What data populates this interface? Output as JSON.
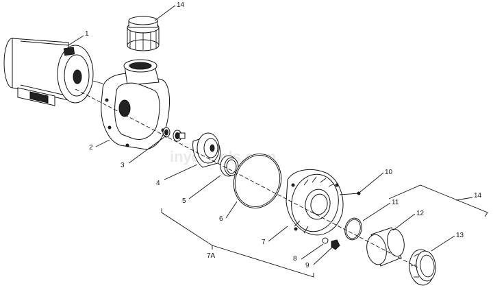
{
  "watermark": "inyopools.com",
  "callouts": [
    {
      "id": "1",
      "label": "1"
    },
    {
      "id": "2",
      "label": "2"
    },
    {
      "id": "3",
      "label": "3"
    },
    {
      "id": "4",
      "label": "4"
    },
    {
      "id": "5",
      "label": "5"
    },
    {
      "id": "6",
      "label": "6"
    },
    {
      "id": "7",
      "label": "7"
    },
    {
      "id": "7A",
      "label": "7A"
    },
    {
      "id": "8",
      "label": "8"
    },
    {
      "id": "9",
      "label": "9"
    },
    {
      "id": "10",
      "label": "10"
    },
    {
      "id": "11",
      "label": "11"
    },
    {
      "id": "12",
      "label": "12"
    },
    {
      "id": "13",
      "label": "13"
    },
    {
      "id": "14a",
      "label": "14"
    },
    {
      "id": "14b",
      "label": "14"
    }
  ]
}
